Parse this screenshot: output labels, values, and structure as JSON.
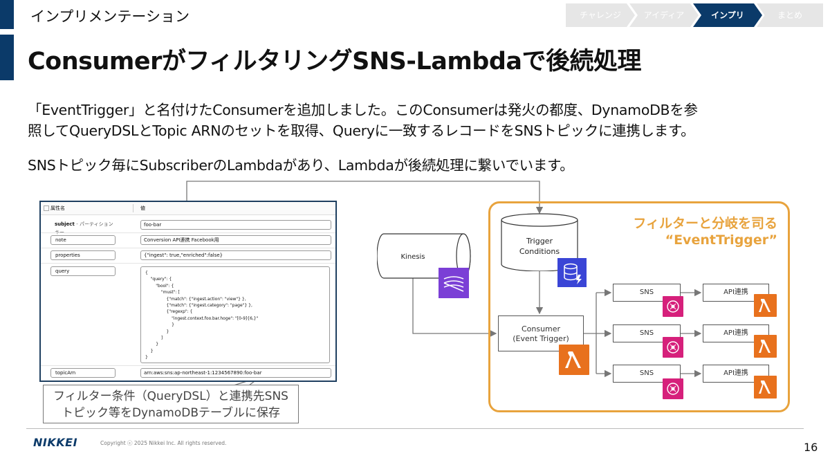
{
  "header": {
    "section": "インプリメンテーション",
    "steps": [
      "チャレンジ",
      "アイディア",
      "インプリ",
      "まとめ"
    ],
    "active_step": "インプリ",
    "title": "ConsumerがフィルタリングSNS-Lambdaで後続処理"
  },
  "body": {
    "line1": "「EventTrigger」と名付けたConsumerを追加しました。このConsumerは発火の都度、DynamoDBを参",
    "line2": "照してQueryDSLとTopic ARNのセットを取得、Queryに一致するレコードをSNSトピックに連携します。",
    "line3": "SNSトピック毎にSubscriberのLambdaがあり、Lambdaが後続処理に繋いでいます。"
  },
  "table": {
    "col_attr": "属性名",
    "col_value": "値",
    "rows": {
      "subject": {
        "label": "subject",
        "sub": "- パーティションキー",
        "value": "foo-bar"
      },
      "note": {
        "label": "note",
        "value": "Conversion API連携 Facebook用"
      },
      "properties": {
        "label": "properties",
        "value": "{\"ingest\": true,\"enriched\":false}"
      },
      "query": {
        "label": "query"
      },
      "topicArn": {
        "label": "topicArn",
        "value": "arn:aws:sns:ap-northeast-1:1234567890:foo-bar"
      }
    },
    "query_code": "{\n    \"query\": {\n        \"bool\": {\n            \"must\": [\n                {\"match\": {\"ingest.action\": \"view\"} },\n                {\"match\": {\"ingest.category\": \"page\"} },\n                {\"regexp\": {\n                    \"ingest.context.foo.bar.hoge\": \"[0-9]{6,}\"\n                    }\n                }\n            ]\n        }\n    }\n}"
  },
  "caption": {
    "line1": "フィルター条件（QueryDSL）と連携先SNS",
    "line2": "トピック等をDynamoDBテーブルに保存"
  },
  "diagram": {
    "group_title_1": "フィルターと分岐を司る",
    "group_title_2": "“EventTrigger”",
    "kinesis": "Kinesis",
    "trigger_1": "Trigger",
    "trigger_2": "Conditions",
    "consumer_1": "Consumer",
    "consumer_2": "(Event Trigger)",
    "sns": [
      "SNS",
      "SNS",
      "SNS"
    ],
    "api": [
      "API連携",
      "API連携",
      "API連携"
    ],
    "colors": {
      "orange": "#e8a33d",
      "lambda": "#e8711d",
      "sns": "#d6207b",
      "dynamodb": "#3a45d6",
      "kinesis": "#7b3fd6",
      "navy": "#0b3a69"
    },
    "icons": [
      "kinesis-icon",
      "dynamodb-icon",
      "lambda-icon",
      "sns-icon"
    ]
  },
  "footer": {
    "logo": "NIKKEI",
    "copyright": "Copyright ⓒ 2025 Nikkei Inc. All rights reserved.",
    "page": "16"
  }
}
